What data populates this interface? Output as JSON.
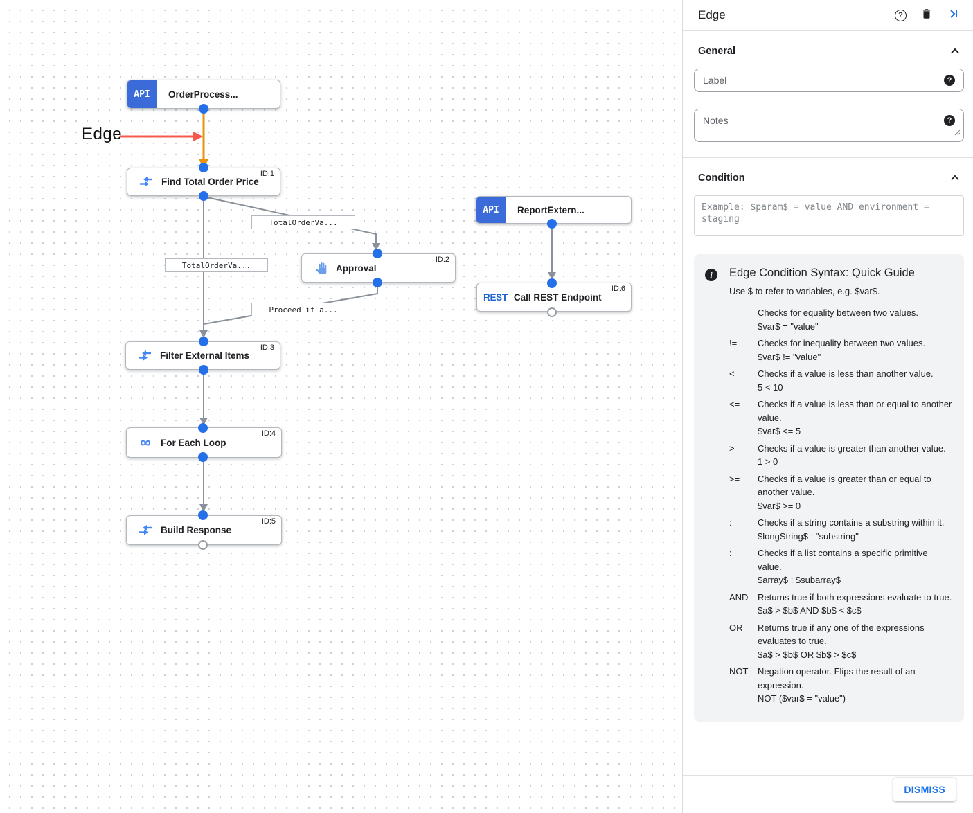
{
  "canvas": {
    "annotation_label": "Edge",
    "nodes": [
      {
        "icon": "api-icon",
        "icon_text": "API",
        "title": "OrderProcess...",
        "badge": ""
      },
      {
        "icon": "data-mapping-icon",
        "title": "Find Total Order Price",
        "badge": "ID:1"
      },
      {
        "icon": "approval-hand-icon",
        "title": "Approval",
        "badge": "ID:2"
      },
      {
        "icon": "data-mapping-icon",
        "title": "Filter External Items",
        "badge": "ID:3"
      },
      {
        "icon": "infinity-icon",
        "title": "For Each Loop",
        "badge": "ID:4"
      },
      {
        "icon": "data-mapping-icon",
        "title": "Build Response",
        "badge": "ID:5"
      },
      {
        "icon": "api-icon",
        "icon_text": "API",
        "title": "ReportExtern...",
        "badge": ""
      },
      {
        "icon": "rest-icon",
        "icon_text": "REST",
        "title": "Call REST Endpoint",
        "badge": "ID:6"
      }
    ],
    "edge_labels": [
      "TotalOrderVa...",
      "TotalOrderVa...",
      "Proceed if a..."
    ],
    "colors": {
      "selected_edge": "#e8930c",
      "edge": "#8b919a",
      "connector": "#2570e8",
      "annotation_arrow": "#f4594c",
      "node_accent": "#3b6bd8"
    }
  },
  "panel": {
    "title": "Edge",
    "general": {
      "heading": "General",
      "label_placeholder": "Label",
      "notes_placeholder": "Notes"
    },
    "condition": {
      "heading": "Condition",
      "placeholder": "Example: $param$ = value AND environment = staging"
    },
    "guide": {
      "title": "Edge Condition Syntax: Quick Guide",
      "subtitle": "Use $ to refer to variables, e.g. $var$.",
      "rows": [
        {
          "op": "=",
          "desc": "Checks for equality between two values.",
          "example": "$var$ = \"value\""
        },
        {
          "op": "!=",
          "desc": "Checks for inequality between two values.",
          "example": "$var$ != \"value\""
        },
        {
          "op": "<",
          "desc": "Checks if a value is less than another value.",
          "example": "5 < 10"
        },
        {
          "op": "<=",
          "desc": "Checks if a value is less than or equal to another value.",
          "example": "$var$ <= 5"
        },
        {
          "op": ">",
          "desc": "Checks if a value is greater than another value.",
          "example": "1 > 0"
        },
        {
          "op": ">=",
          "desc": "Checks if a value is greater than or equal to another value.",
          "example": "$var$ >= 0"
        },
        {
          "op": ":",
          "desc": "Checks if a string contains a substring within it.",
          "example": "$longString$ : \"substring\""
        },
        {
          "op": ":",
          "desc": "Checks if a list contains a specific primitive value.",
          "example": "$array$ : $subarray$"
        },
        {
          "op": "AND",
          "desc": "Returns true if both expressions evaluate to true.",
          "example": "$a$ > $b$ AND $b$ < $c$"
        },
        {
          "op": "OR",
          "desc": "Returns true if any one of the expressions evaluates to true.",
          "example": "$a$ > $b$ OR $b$ > $c$"
        },
        {
          "op": "NOT",
          "desc": "Negation operator. Flips the result of an expression.",
          "example": "NOT ($var$ = \"value\")"
        }
      ]
    },
    "dismiss_label": "DISMISS"
  }
}
